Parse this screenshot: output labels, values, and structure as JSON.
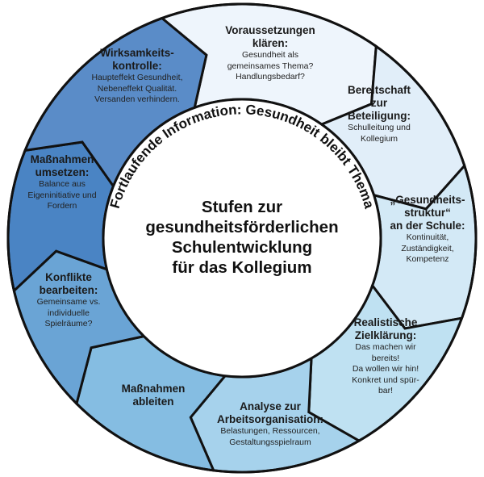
{
  "center_title": [
    "Stufen zur",
    "gesundheitsförderlichen",
    "Schulentwicklung",
    "für das Kollegium"
  ],
  "ring_text": "Fortlaufende Information: Gesundheit bleibt Thema",
  "steps": [
    {
      "title": [
        "Voraussetzungen",
        "klären:"
      ],
      "body": [
        "Gesundheit als",
        "gemeinsames Thema?",
        "Handlungsbedarf?"
      ],
      "color": "#eef5fc"
    },
    {
      "title": [
        "Bereitschaft",
        "zur",
        "Beteiligung:"
      ],
      "body": [
        "Schulleitung und",
        "Kollegium"
      ],
      "color": "#e1eef9"
    },
    {
      "title": [
        "„Gesundheits-",
        "struktur“",
        "an der Schule:"
      ],
      "body": [
        "Kontinuität,",
        "Zuständigkeit,",
        "Kompetenz"
      ],
      "color": "#d3e9f6"
    },
    {
      "title": [
        "Realistische",
        "Zielklärung:"
      ],
      "body": [
        "Das machen wir",
        "bereits!",
        "Da wollen wir hin!",
        "Konkret und spür-",
        "bar!"
      ],
      "color": "#bfe1f2"
    },
    {
      "title": [
        "Analyse zur",
        "Arbeitsorganisation:"
      ],
      "body": [
        "Belastungen, Ressourcen,",
        "Gestaltungsspielraum"
      ],
      "color": "#a6d2ec"
    },
    {
      "title": [
        "Maßnahmen",
        "ableiten"
      ],
      "body": [],
      "color": "#85bde2"
    },
    {
      "title": [
        "Konflikte",
        "bearbeiten:"
      ],
      "body": [
        "Gemeinsame vs.",
        "individuelle",
        "Spielräume?"
      ],
      "color": "#6aa4d5"
    },
    {
      "title": [
        "Maßnahmen",
        "umsetzen:"
      ],
      "body": [
        "Balance aus",
        "Eigeninitiative und",
        "Fordern"
      ],
      "color": "#4a84c4"
    },
    {
      "title": [
        "Wirksamkeits-",
        "kontrolle:"
      ],
      "body": [
        "Haupteffekt Gesundheit,",
        "Nebeneffekt Qualität.",
        "Versanden verhindern."
      ],
      "color": "#5a8cc8"
    }
  ]
}
